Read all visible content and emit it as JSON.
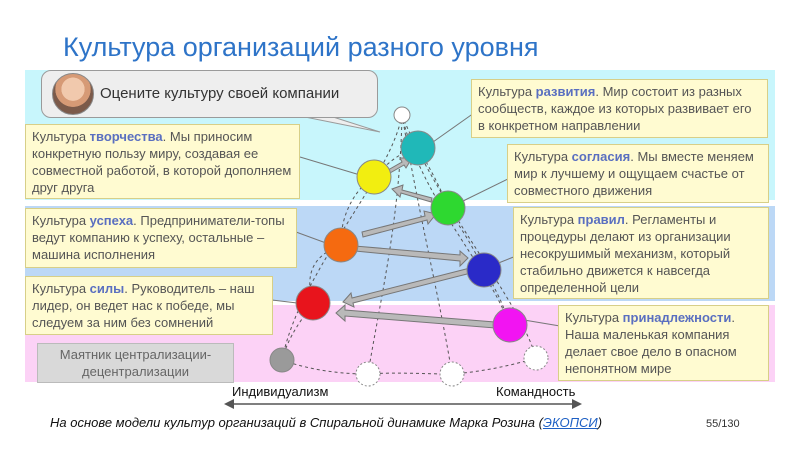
{
  "title": "Культура организаций разного уровня",
  "callout": {
    "text": "Оцените культуру своей компании",
    "avatar_icon": "person-photo"
  },
  "boxes": {
    "creativity": {
      "name": "творчества",
      "prefix": "Культура ",
      "text": ". Мы приносим конкретную пользу миру, создавая ее совместной работой, в которой дополняем друг друга"
    },
    "success": {
      "name": "успеха",
      "prefix": "Культура ",
      "text": ". Предприниматели-топы ведут компанию к успеху, остальные – машина исполнения"
    },
    "power": {
      "name": "силы",
      "prefix": "Культура ",
      "text": ". Руководитель – наш лидер, он ведет нас к победе, мы следуем за ним без сомнений"
    },
    "development": {
      "name": "развития",
      "prefix": "Культура ",
      "text": ". Мир состоит из разных сообществ, каждое из которых развивает его в конкретном направлении"
    },
    "consent": {
      "name": "согласия",
      "prefix": "Культура ",
      "text": ". Мы вместе меняем мир к лучшему и ощущаем счастье от совместного движения"
    },
    "rules": {
      "name": "правил",
      "prefix": "Культура ",
      "text": ". Регламенты и процедуры делают из организации несокрушимый механизм, который стабильно движется к навсегда определенной цели"
    },
    "belonging": {
      "name": "принадлежности",
      "prefix": "Культура ",
      "text": ". Наша маленькая компания делает свое дело в опасном непонятном мире"
    }
  },
  "pendulum": "Маятник централизации-децентрализации",
  "axis": {
    "left": "Индивидуализм",
    "right": "Командность"
  },
  "footer": {
    "text": "На основе модели культур организаций в Спиральной динамике Марка Розина (",
    "link": "ЭКОПСИ",
    "close": ")"
  },
  "page_number": "55/130",
  "colors": {
    "title": "#2e74c8",
    "band_top": "#c8f6fc",
    "band_mid": "#bcd8f6",
    "band_bottom": "#fcd2f6",
    "gray_circle": "#9a9a9a",
    "red": "#e8141c",
    "orange": "#f56a10",
    "yellow": "#f2ee10",
    "teal": "#20b8b8",
    "magenta": "#f214f2",
    "blue": "#2a2ac8",
    "green": "#2ed830"
  }
}
